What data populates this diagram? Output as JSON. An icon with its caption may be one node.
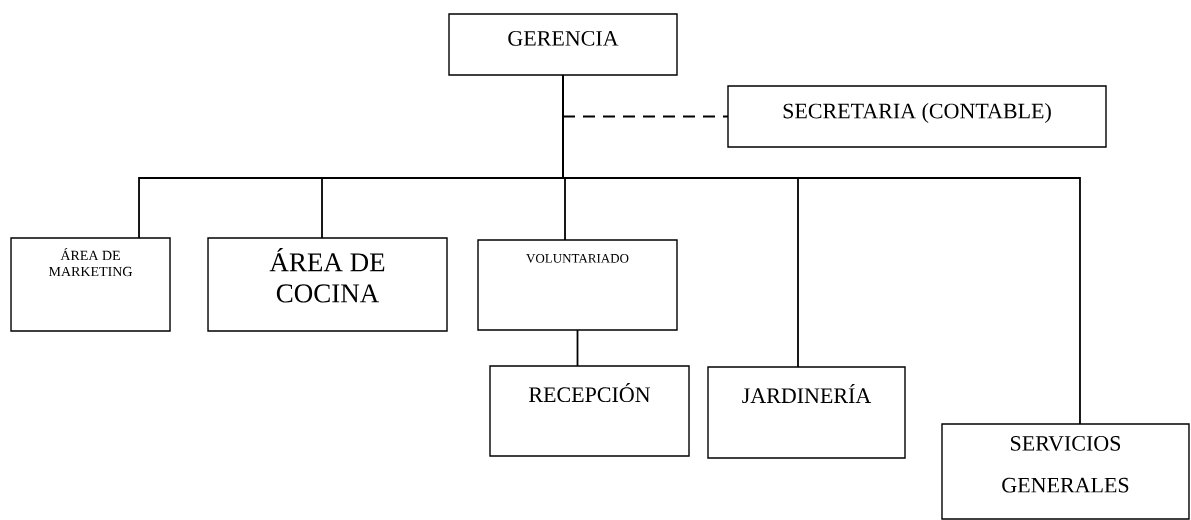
{
  "diagram": {
    "nodes": [
      {
        "text": [
          "GERENCIA"
        ]
      },
      {
        "text": [
          "SECRETARIA (CONTABLE)"
        ]
      },
      {
        "text": [
          "ÁREA DE MARKETING"
        ]
      },
      {
        "text": [
          "ÁREA DE COCINA"
        ]
      },
      {
        "text": [
          "VOLUNTARIADO"
        ]
      },
      {
        "text": [
          "RECEPCIÓN"
        ]
      },
      {
        "text": [
          "JARDINERÍA"
        ]
      },
      {
        "text": [
          "SERVICIOS GENERALES"
        ]
      }
    ],
    "edges": [
      {
        "from": 0,
        "to": 1,
        "arrow": "none",
        "style": "dashed"
      },
      {
        "from": 0,
        "to": 2,
        "arrow": "none"
      },
      {
        "from": 0,
        "to": 3,
        "arrow": "none"
      },
      {
        "from": 0,
        "to": 4,
        "arrow": "none"
      },
      {
        "from": 0,
        "to": 6,
        "arrow": "none"
      },
      {
        "from": 0,
        "to": 7,
        "arrow": "none"
      },
      {
        "from": 4,
        "to": 5,
        "arrow": "none"
      }
    ]
  }
}
